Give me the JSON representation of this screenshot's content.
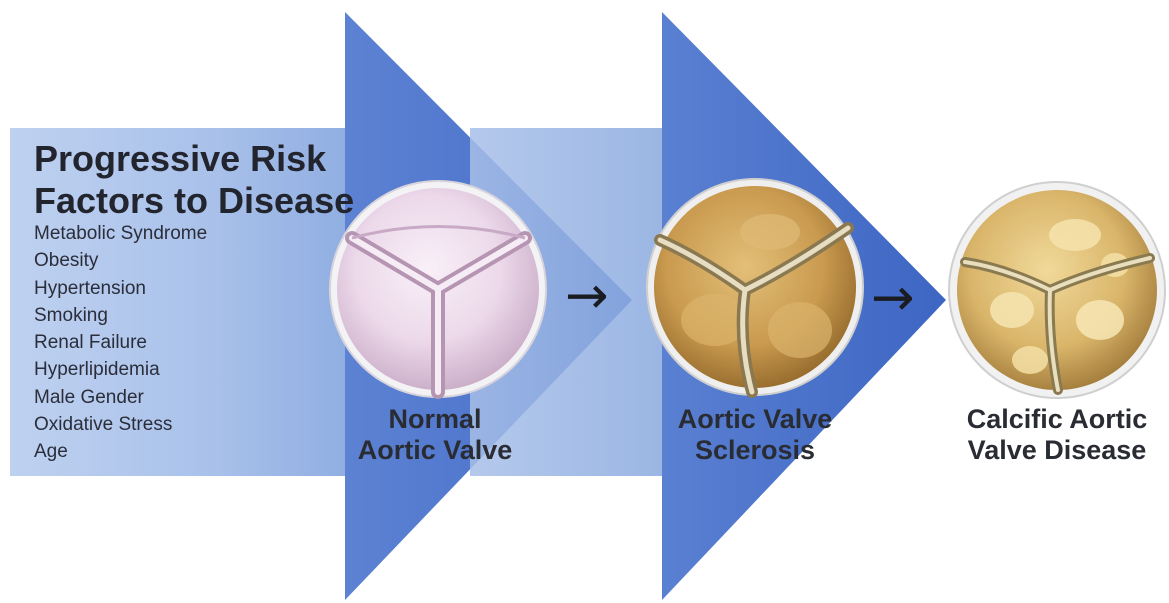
{
  "title_lines": [
    "Progressive Risk",
    "Factors to Disease"
  ],
  "risk_factors": [
    "Metabolic Syndrome",
    "Obesity",
    "Hypertension",
    "Smoking",
    "Renal Failure",
    "Hyperlipidemia",
    "Male Gender",
    "Oxidative Stress",
    "Age"
  ],
  "stages": [
    {
      "label_lines": [
        "Normal",
        "Aortic Valve"
      ]
    },
    {
      "label_lines": [
        "Aortic Valve",
        "Sclerosis"
      ]
    },
    {
      "label_lines": [
        "Calcific Aortic",
        "Valve Disease"
      ]
    }
  ],
  "colors": {
    "arrow_dark": "#3f68c6",
    "arrow_light": "#bcd0ef",
    "normal_valve": "#f1e2ef",
    "sclerosis_valve": "#d1a45a",
    "calcific_valve": "#e3c780",
    "text": "#23252e"
  },
  "icons": [
    "right-arrow-icon",
    "right-arrow-icon"
  ]
}
